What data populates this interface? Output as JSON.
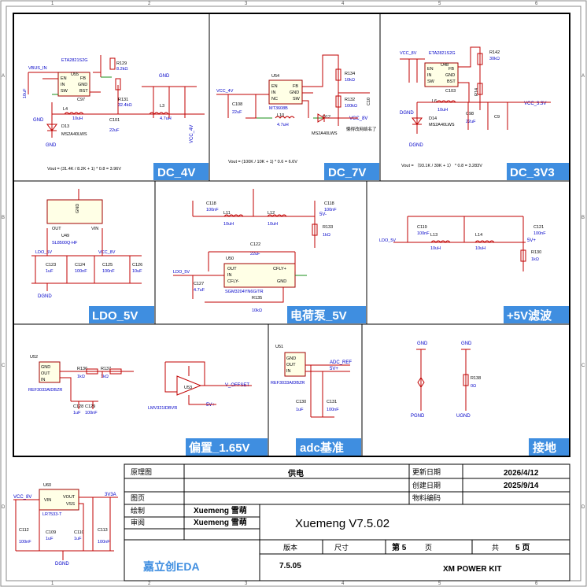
{
  "ruler": {
    "cols": [
      "1",
      "2",
      "3",
      "4",
      "5",
      "6"
    ],
    "rows": [
      "A",
      "B",
      "C",
      "D"
    ]
  },
  "sections": {
    "dc4v": "DC_4V",
    "dc7v": "DC_7V",
    "dc3v3": "DC_3V3",
    "ldo5v": "LDO_5V",
    "chargepump": "电荷泵_5V",
    "plus5v": "+5V滤波",
    "bias": "偏置_1.65V",
    "adcref": "adc基准",
    "ground": "接地"
  },
  "formulas": {
    "dc4v": "Vout = (31.4K / 8.2K + 1) * 0.8 = 3.96V",
    "dc7v": "Vout = (100K / 10K + 1) * 0.6 = 6.6V",
    "dc3v3": "Vout = （93.1K / 30K + 1） * 0.8 = 3.283V"
  },
  "dc4v": {
    "net_in": "VBUS_IN",
    "ic_ref": "U55",
    "ic_part": "ETA2821S2G",
    "pins_left": [
      "EN",
      "IN",
      "SW"
    ],
    "pins_right": [
      "FB",
      "GND",
      "BST"
    ],
    "r129": "R129",
    "r129v": "8.2kΩ",
    "r131": "R131",
    "r131v": "32.4kΩ",
    "l4": "L4",
    "l4v": "10uH",
    "l3": "L3",
    "l3v": "4.7uH",
    "c97": "C97",
    "c101": "C101",
    "c101v": "22uF",
    "c_in": "10uF",
    "d13": "D13",
    "d13p": "MS2A40LWS",
    "gnd": "GND",
    "net_out": "VCC_4V"
  },
  "dc7v": {
    "net_in": "VCC_4V",
    "ic_ref": "U54",
    "ic_part": "MT3608B",
    "pins_left": [
      "EN",
      "IN",
      "NC"
    ],
    "pins_right": [
      "FB",
      "GND",
      "SW"
    ],
    "c108": "C108",
    "c108v": "22uF",
    "l10": "L10",
    "l10v": "4.7uH",
    "d12": "D12",
    "d12p": "MS2A40LWS",
    "r134": "R134",
    "r134v": "10kΩ",
    "r132": "R132",
    "r132v": "100kΩ",
    "c10x": "C10",
    "net_out": "VCC_8V",
    "note": "懒得改网络名了"
  },
  "dc3v3": {
    "net_in": "VCC_8V",
    "ic_ref": "U48",
    "ic_part": "ETA2821S2G",
    "pins_left": [
      "EN",
      "IN",
      "SW"
    ],
    "pins_right": [
      "FB",
      "GND",
      "BST"
    ],
    "r142": "R142",
    "r142v": "30kΩ",
    "r14x": "R14",
    "l6": "L6",
    "l6v": "10uH",
    "c103": "C103",
    "c98": "C98",
    "c98v": "22uF",
    "c99": "C9",
    "d14": "D14",
    "d14p": "MS2A40LWS",
    "gnd": "DGND",
    "net_out": "VCC_3.3V"
  },
  "ldo5v": {
    "ic_ref": "U49",
    "ic_part": "SL8500Q-HF",
    "pin_out": "OUT",
    "pin_vin": "VIN",
    "pin_gnd": "GND",
    "net_out": "LDO_5V",
    "net_in": "VCC_8V",
    "c123": "C123",
    "c123v": "1uF",
    "c124": "C124",
    "c124v": "100nF",
    "c125": "C125",
    "c125v": "100nF",
    "c126": "C126",
    "c126v": "10uF",
    "gnd": "DGND"
  },
  "chargepump": {
    "c118a": "C118",
    "c118av": "100nF",
    "l11": "L11",
    "l11v": "10uH",
    "l12": "L12",
    "l12v": "10uH",
    "c118b": "C118",
    "c118bv": "100nF",
    "r133": "R133",
    "r133v": "1kΩ",
    "net_out": "5V-",
    "c122": "C122",
    "c122v": "22uF",
    "ic_ref": "U50",
    "ic_part": "SGM3204YN6G/TR",
    "pins_left": [
      "OUT",
      "IN",
      "CFLY-"
    ],
    "pins_right": [
      "CFLY+",
      "GND"
    ],
    "net_in": "LDO_5V",
    "c127": "C127",
    "c127v": "4.7uF",
    "r135": "R135",
    "r135v": "10kΩ"
  },
  "plus5v": {
    "net_in": "LDO_5V",
    "c119": "C119",
    "c119v": "100nF",
    "l13": "L13",
    "l13v": "10uH",
    "l14": "L14",
    "l14v": "10uH",
    "c121": "C121",
    "c121v": "100nF",
    "r130": "R130",
    "r130v": "1kΩ",
    "net_out": "5V+"
  },
  "bias": {
    "u52": "U52",
    "u52p": "REF3033AIDBZR",
    "pins": [
      "GND",
      "OUT",
      "IN"
    ],
    "r136": "R136",
    "r136v": "1kΩ",
    "r137": "R137",
    "r137v": "1kΩ",
    "c128": "C128",
    "c128v": "1uF",
    "c129": "C129",
    "c129v": "100nF",
    "u53": "U53",
    "u53p": "LMV321IDBVR",
    "net_out": "V_OFFSET",
    "net_pwr": "5V+"
  },
  "adcref": {
    "u51": "U51",
    "u51p": "REF3033AIDBZR",
    "pins": [
      "GND",
      "OUT",
      "IN"
    ],
    "net_ref": "ADC_REF",
    "net_pwr": "5V+",
    "c130": "C130",
    "c130v": "1uF",
    "c131": "C131",
    "c131v": "100nF"
  },
  "ground": {
    "gnd": "GND",
    "pgnd": "PGND",
    "r138": "R138",
    "r138v": "0Ω",
    "ugnd": "UGND"
  },
  "ldo3v3": {
    "ic_ref": "U60",
    "ic_part": "LR7533-T",
    "pins_left": [
      "VIN"
    ],
    "pins_right": [
      "VOUT",
      "VSS"
    ],
    "net_in": "VCC_8V",
    "net_out": "3V3A",
    "c112": "C112",
    "c112v": "100nF",
    "c109": "C109",
    "c109v": "1uF",
    "c110": "C110",
    "c110v": "1uF",
    "c113": "C113",
    "c113v": "100nF",
    "gnd": "DGND"
  },
  "titleblock": {
    "l_schematic": "原理图",
    "v_schematic": "供电",
    "l_updated": "更新日期",
    "v_updated": "2026/4/12",
    "l_created": "创建日期",
    "v_created": "2025/9/14",
    "l_material": "物料编码",
    "l_page": "图页",
    "l_drawn": "绘制",
    "v_drawn": "Xuemeng 雪萌",
    "l_review": "审阅",
    "v_review": "Xuemeng 雪萌",
    "project": "Xuemeng V7.5.02",
    "l_version": "版本",
    "l_size": "尺寸",
    "l_sheet": "第 5",
    "l_page2": "页",
    "l_total": "共",
    "v_total": "5 页",
    "logo": "嘉立创EDA",
    "v_version": "7.5.05",
    "product": "XM POWER KIT"
  }
}
